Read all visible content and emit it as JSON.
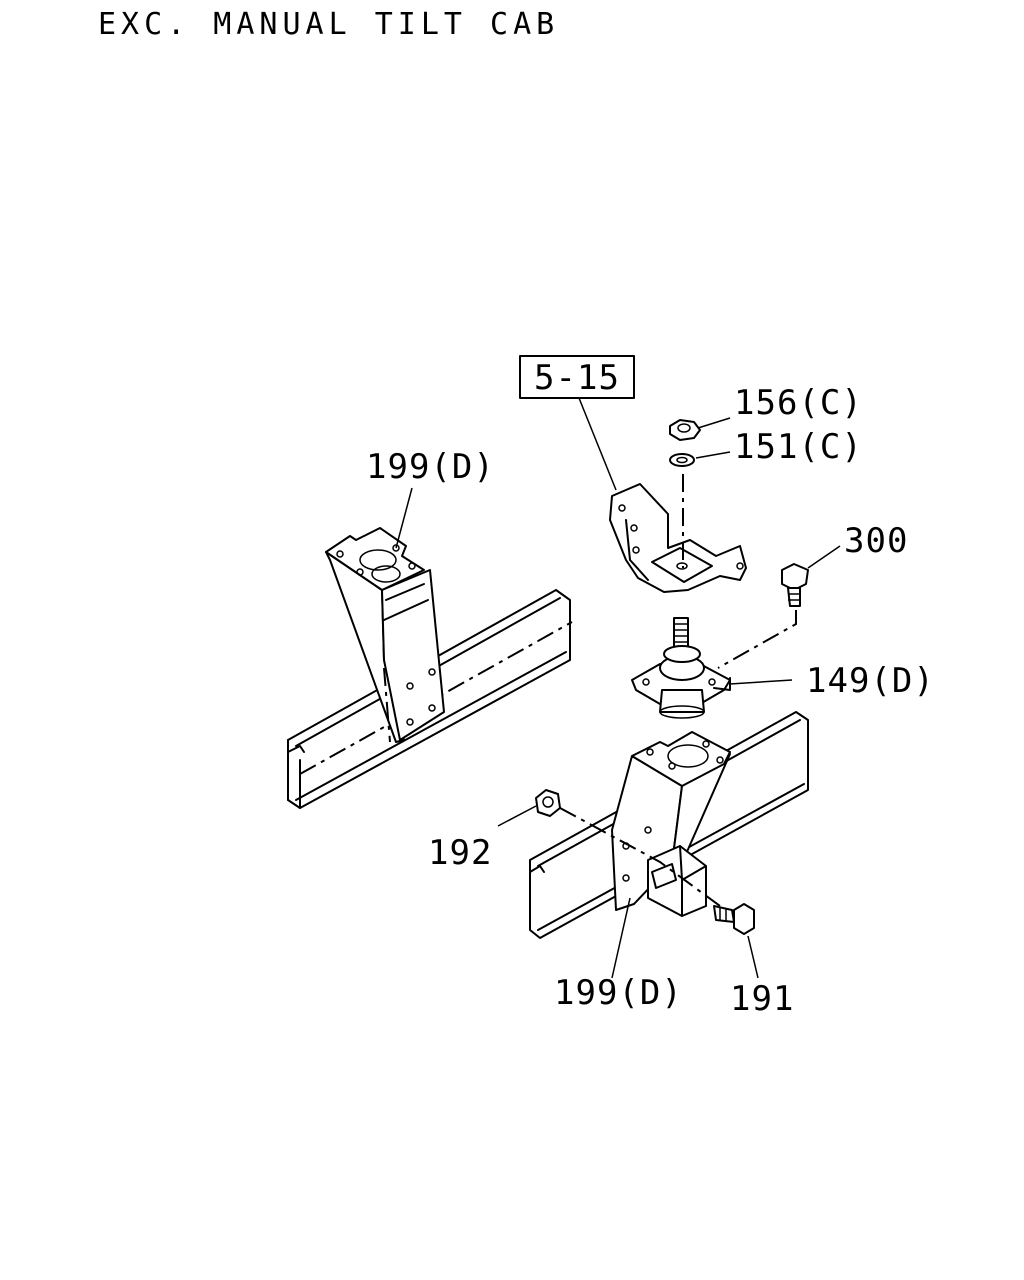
{
  "title": "EXC. MANUAL TILT CAB",
  "ref_box": "5-15",
  "callouts": {
    "p156": "156(C)",
    "p151": "151(C)",
    "p300": "300",
    "p149": "149(D)",
    "p199_upper": "199(D)",
    "p192": "192",
    "p199_lower": "199(D)",
    "p191": "191"
  }
}
